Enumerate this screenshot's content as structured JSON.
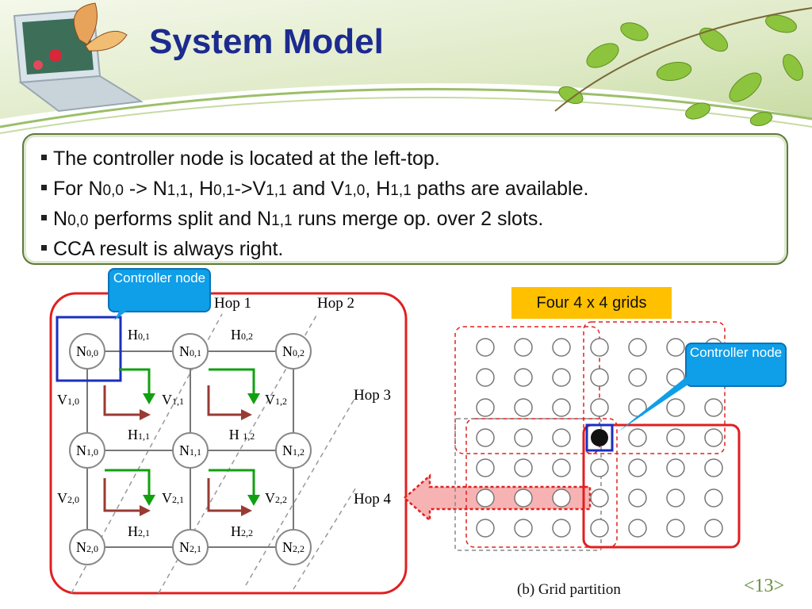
{
  "slide": {
    "title": "System Model",
    "page_number": "<13>"
  },
  "bullets": [
    {
      "parts": [
        "The controller node is located at the left-top."
      ],
      "small": []
    },
    {
      "parts": [
        "For N",
        "0,0",
        " -> N",
        "1,1",
        ", H",
        "0,1",
        "->V",
        "1,1",
        " and V",
        "1,0",
        ", H",
        "1,1",
        " paths are available."
      ]
    },
    {
      "parts": [
        "N",
        "0,0",
        " performs split and N",
        "1,1",
        " runs merge op. over 2 slots."
      ]
    },
    {
      "parts": [
        "CCA  result is always right."
      ]
    }
  ],
  "left_diagram": {
    "callout": "Controller node",
    "hop_labels": [
      "Hop 1",
      "Hop 2",
      "Hop 3",
      "Hop 4"
    ],
    "nodes": [
      {
        "main": "N",
        "sub": "0,0"
      },
      {
        "main": "N",
        "sub": "0,1"
      },
      {
        "main": "N",
        "sub": "0,2"
      },
      {
        "main": "N",
        "sub": "1,0"
      },
      {
        "main": "N",
        "sub": "1,1"
      },
      {
        "main": "N",
        "sub": "1,2"
      },
      {
        "main": "N",
        "sub": "2,0"
      },
      {
        "main": "N",
        "sub": "2,1"
      },
      {
        "main": "N",
        "sub": "2,2"
      }
    ],
    "h_links": [
      {
        "main": "H",
        "sub": "0,1"
      },
      {
        "main": "H",
        "sub": "0,2"
      },
      {
        "main": "H",
        "sub": "1,1"
      },
      {
        "main": "H ",
        "sub": "1,2"
      },
      {
        "main": "H",
        "sub": "2,1"
      },
      {
        "main": "H",
        "sub": "2,2"
      }
    ],
    "v_links": [
      {
        "main": "V",
        "sub": "1,0"
      },
      {
        "main": "V",
        "sub": "1,1"
      },
      {
        "main": "V",
        "sub": "1,2"
      },
      {
        "main": "V",
        "sub": "2,0"
      },
      {
        "main": "V",
        "sub": "2,1"
      },
      {
        "main": "V",
        "sub": "2,2"
      }
    ]
  },
  "right_diagram": {
    "tag": "Four 4 x 4 grids",
    "callout": "Controller node",
    "caption": "(b) Grid partition",
    "grid_rows": 7,
    "grid_cols": 7,
    "controller_cell": [
      3,
      4
    ]
  },
  "colors": {
    "title": "#1c2b8f",
    "callout": "#0f9ee8",
    "tag": "#ffc000",
    "frame": "#e02020",
    "path_green": "#11a011",
    "path_brown": "#9a3a33"
  }
}
